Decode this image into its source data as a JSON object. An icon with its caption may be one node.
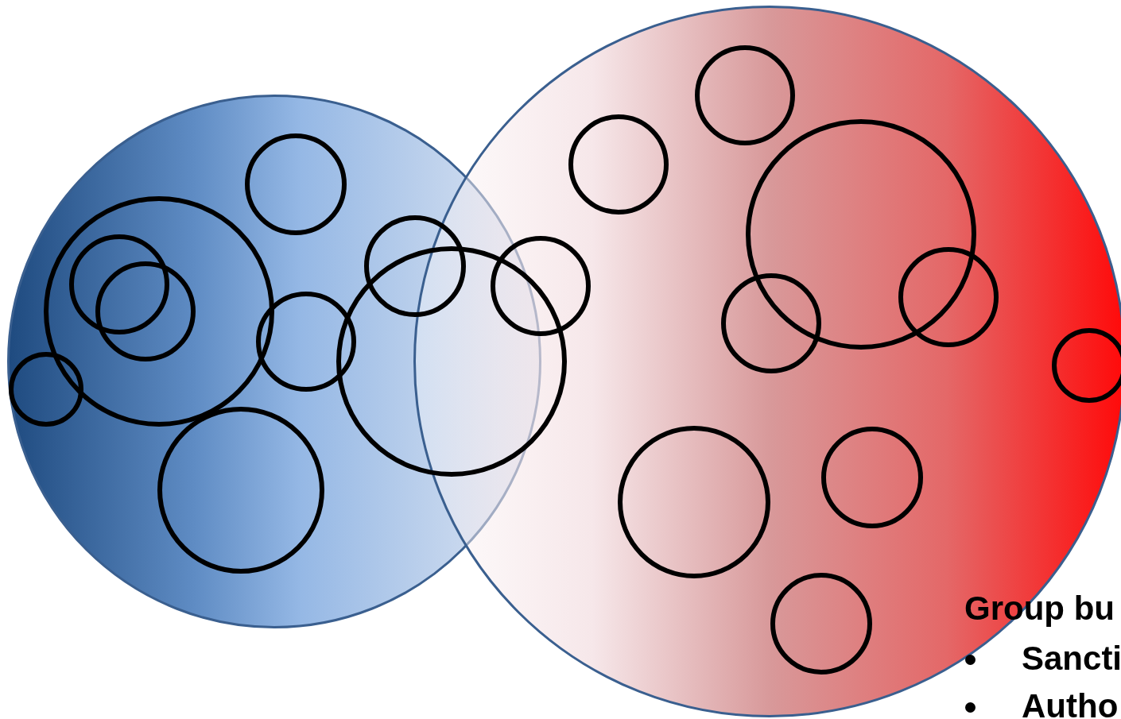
{
  "diagram": {
    "nodes": [
      {
        "text": [],
        "shape": "circle"
      },
      {
        "text": [],
        "shape": "circle",
        "in": 0
      },
      {
        "text": [],
        "shape": "circle",
        "in": 1
      },
      {
        "text": [],
        "shape": "circle",
        "in": 1
      },
      {
        "text": [],
        "shape": "circle",
        "in": 0
      },
      {
        "text": [],
        "shape": "circle",
        "in": 0
      },
      {
        "text": [],
        "shape": "circle",
        "in": 0
      },
      {
        "text": [],
        "shape": "circle",
        "in": 0
      },
      {
        "text": [],
        "shape": "circle",
        "in": 0
      },
      {
        "text": [],
        "shape": "circle"
      },
      {
        "text": [],
        "shape": "circle"
      },
      {
        "text": [],
        "shape": "circle",
        "in": 10
      },
      {
        "text": [],
        "shape": "circle",
        "in": 10
      },
      {
        "text": [],
        "shape": "circle",
        "in": 10
      },
      {
        "text": [],
        "shape": "circle",
        "in": 10
      },
      {
        "text": [],
        "shape": "circle",
        "in": 10
      },
      {
        "text": [],
        "shape": "circle",
        "in": 10
      },
      {
        "text": [],
        "shape": "circle",
        "in": 10
      },
      {
        "text": [],
        "shape": "circle",
        "in": 10
      },
      {
        "text": [],
        "shape": "circle",
        "in": 10
      },
      {
        "text": [],
        "shape": "circle",
        "in": 10
      }
    ],
    "edges": [],
    "labels": [
      "Group bu",
      "Sancti",
      "Autho"
    ]
  }
}
